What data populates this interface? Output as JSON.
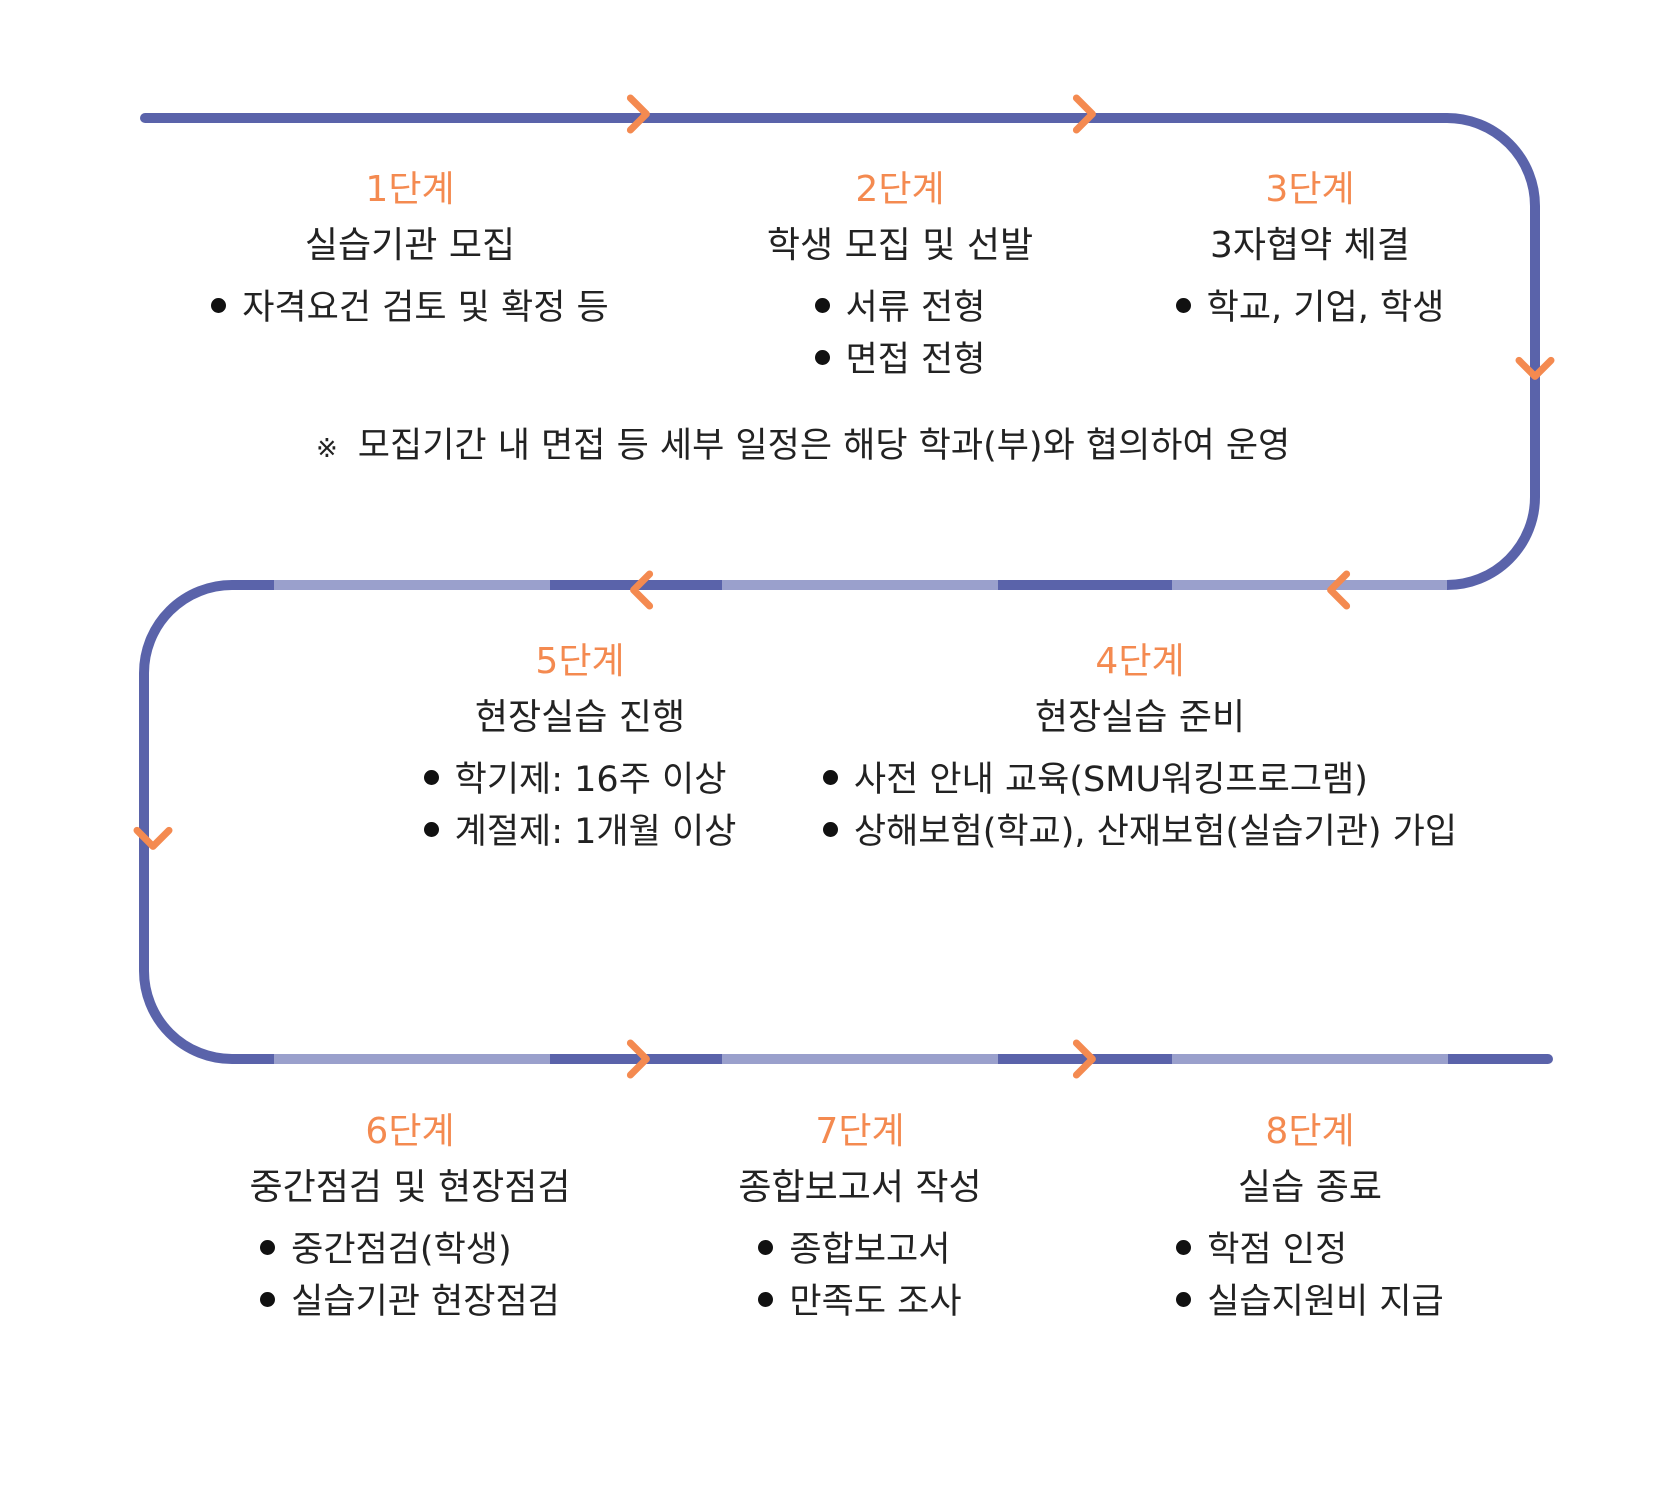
{
  "colors": {
    "track_dark": "#5a63aa",
    "track_light": "#9aa0cc",
    "arrow": "#f48a50",
    "label": "#f48a50",
    "text": "#222222"
  },
  "stages": [
    {
      "label": "1단계",
      "title": "실습기관 모집",
      "items": [
        "자격요건 검토 및 확정 등"
      ]
    },
    {
      "label": "2단계",
      "title": "학생 모집 및 선발",
      "items": [
        "서류 전형",
        "면접 전형"
      ]
    },
    {
      "label": "3단계",
      "title": "3자협약 체결",
      "items": [
        "학교, 기업, 학생"
      ]
    },
    {
      "label": "4단계",
      "title": "현장실습 준비",
      "items": [
        "사전 안내 교육(SMU워킹프로그램)",
        "상해보험(학교), 산재보험(실습기관) 가입"
      ]
    },
    {
      "label": "5단계",
      "title": "현장실습 진행",
      "items": [
        "학기제: 16주 이상",
        "계절제: 1개월 이상"
      ]
    },
    {
      "label": "6단계",
      "title": "중간점검 및 현장점검",
      "items": [
        "중간점검(학생)",
        "실습기관 현장점검"
      ]
    },
    {
      "label": "7단계",
      "title": "종합보고서 작성",
      "items": [
        "종합보고서",
        "만족도 조사"
      ]
    },
    {
      "label": "8단계",
      "title": "실습 종료",
      "items": [
        "학점 인정",
        "실습지원비 지급"
      ]
    }
  ],
  "note": {
    "mark": "※",
    "text": "모집기간 내 면접 등 세부 일정은 해당 학과(부)와 협의하여 운영"
  }
}
